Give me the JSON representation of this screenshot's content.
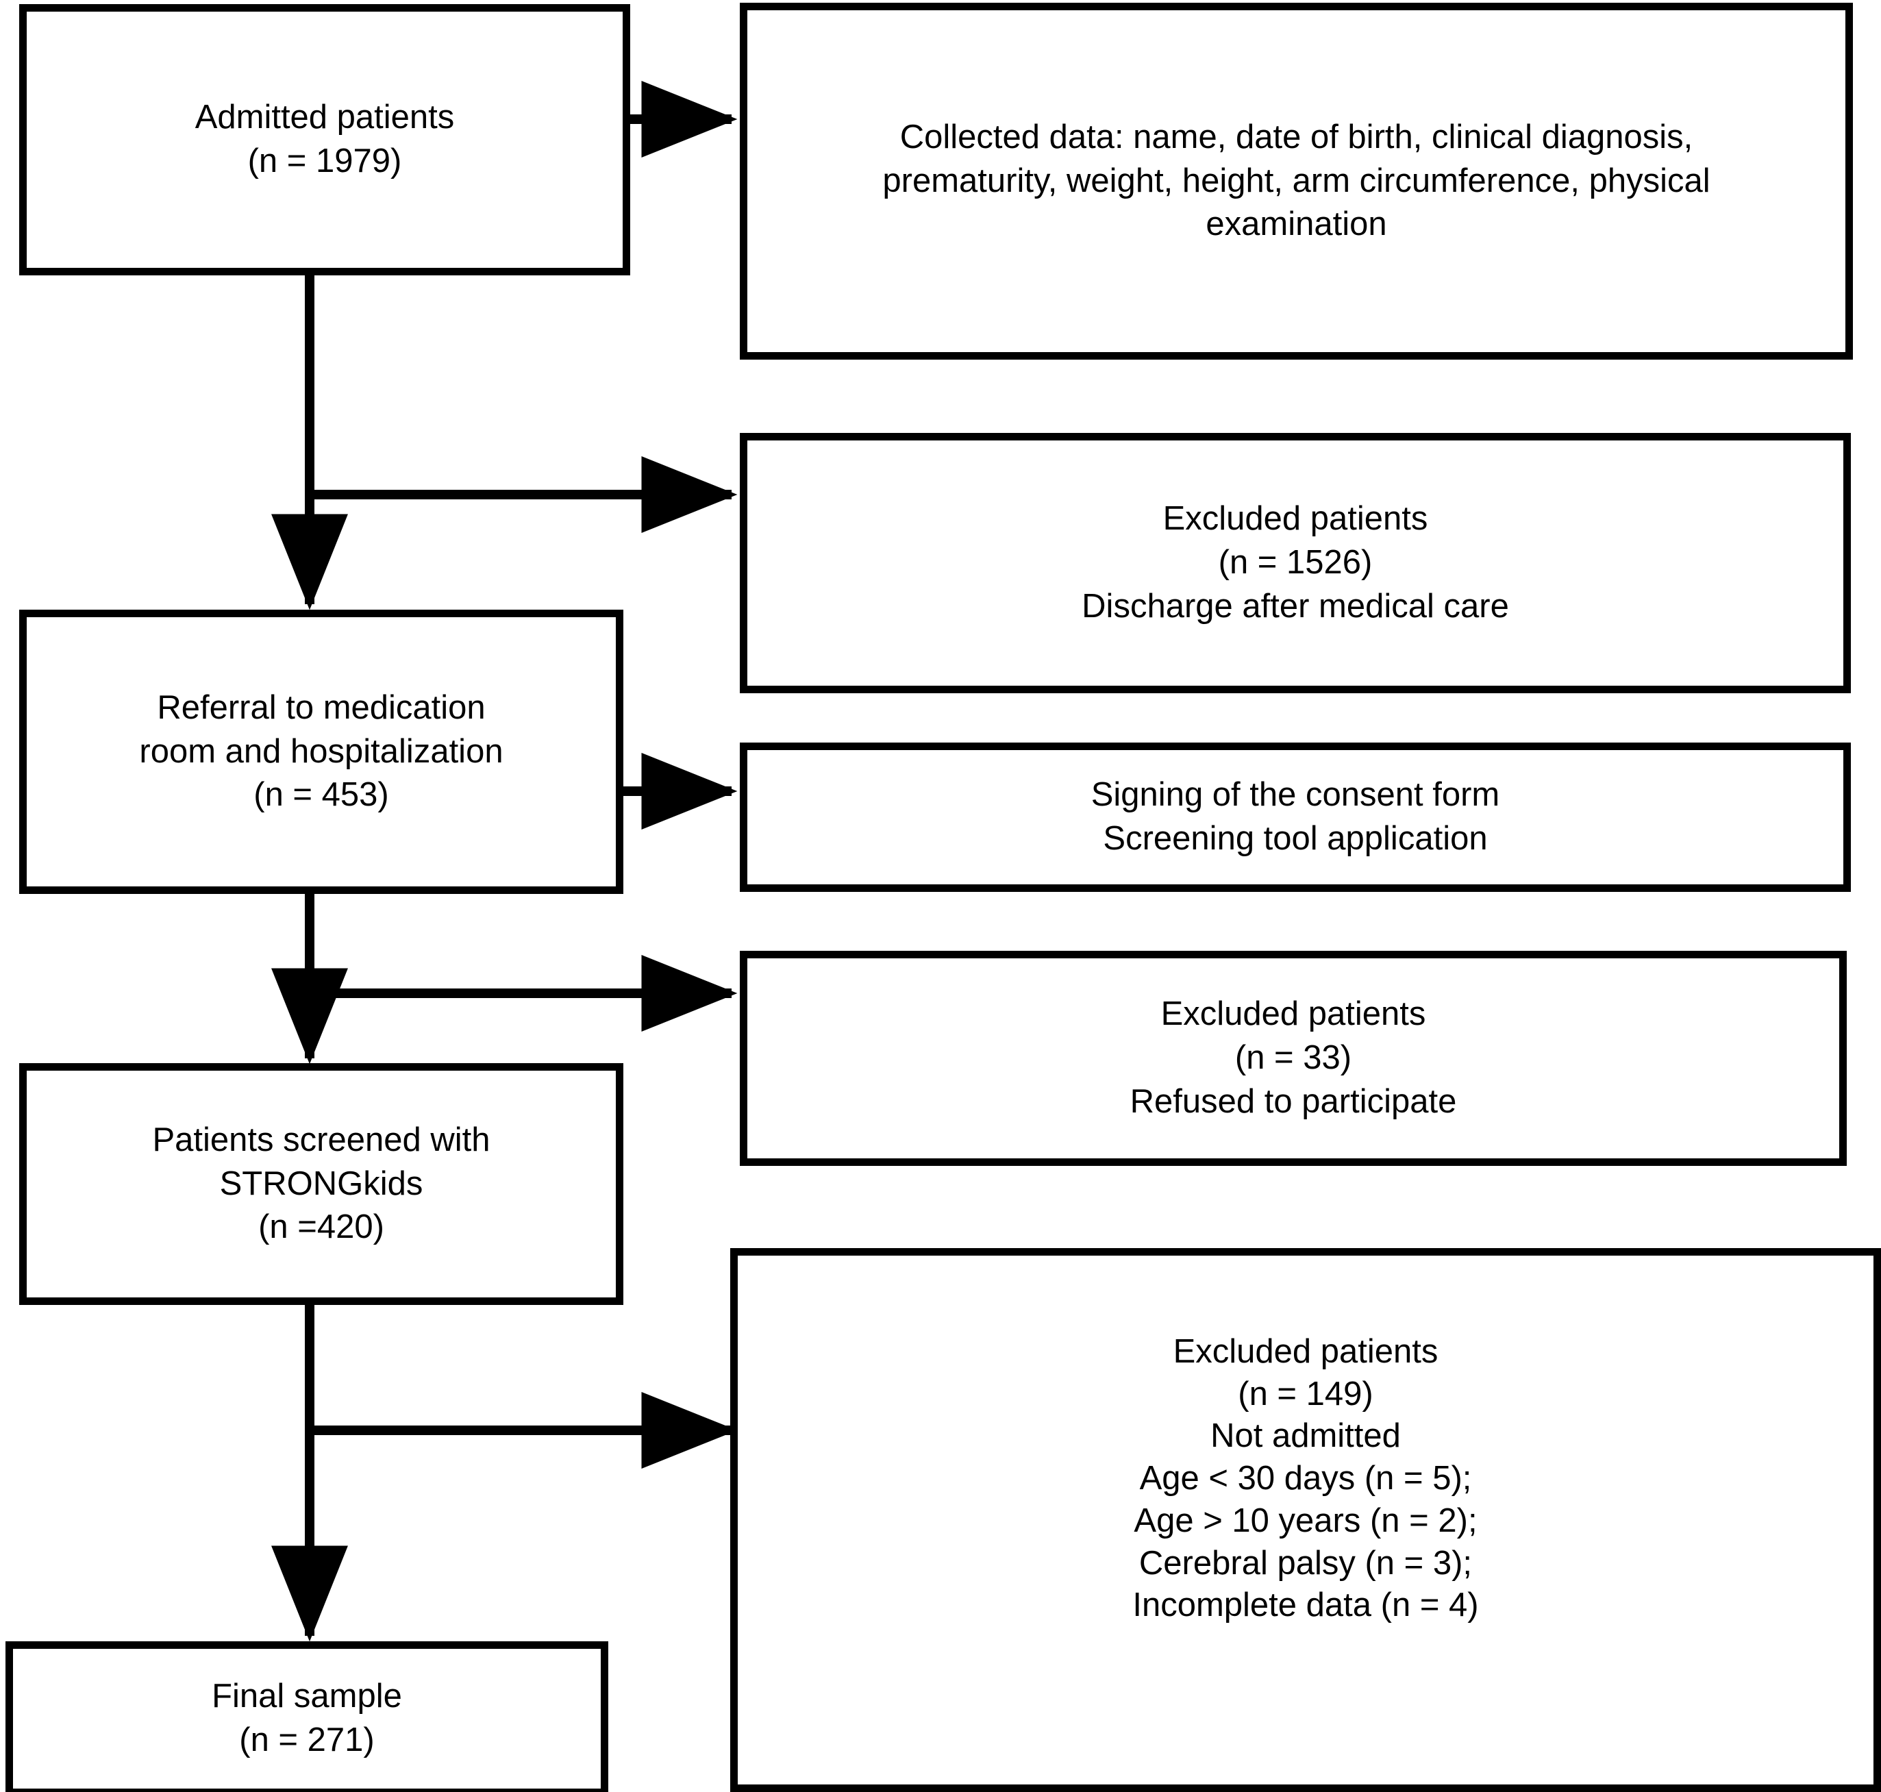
{
  "diagram": {
    "title": "Patient enrollment flow diagram",
    "type": "flowchart",
    "colors": {
      "stroke": "#000000",
      "fill": "#ffffff",
      "text": "#000000"
    },
    "nodes": {
      "admitted": {
        "label": "Admitted patients\n(n = 1979)",
        "count": 1979
      },
      "collected_data": {
        "label": "Collected data: name, date of birth, clinical diagnosis, prematurity, weight, height, arm circumference, physical examination"
      },
      "excluded_1526": {
        "label": "Excluded patients\n(n = 1526)\nDischarge after medical care",
        "count": 1526
      },
      "referral": {
        "label": "Referral to medication\nroom and hospitalization\n(n = 453)",
        "count": 453
      },
      "consent": {
        "label": "Signing of the consent form\nScreening tool application"
      },
      "excluded_33": {
        "label": "Excluded patients\n(n = 33)\nRefused to participate",
        "count": 33
      },
      "screened": {
        "label": "Patients screened with\nSTRONGkids\n(n =420)",
        "count": 420
      },
      "excluded_149": {
        "label": "Excluded patients\n(n = 149)\nNot admitted\nAge < 30 days (n = 5);\nAge > 10 years  (n = 2);\nCerebral palsy (n = 3);\nIncomplete data (n = 4)",
        "count": 149,
        "reasons": [
          {
            "label": "Age < 30 days",
            "count": 5
          },
          {
            "label": "Age > 10 years",
            "count": 2
          },
          {
            "label": "Cerebral palsy",
            "count": 3
          },
          {
            "label": "Incomplete data",
            "count": 4
          }
        ]
      },
      "final_sample": {
        "label": "Final sample\n(n = 271)",
        "count": 271
      }
    }
  }
}
